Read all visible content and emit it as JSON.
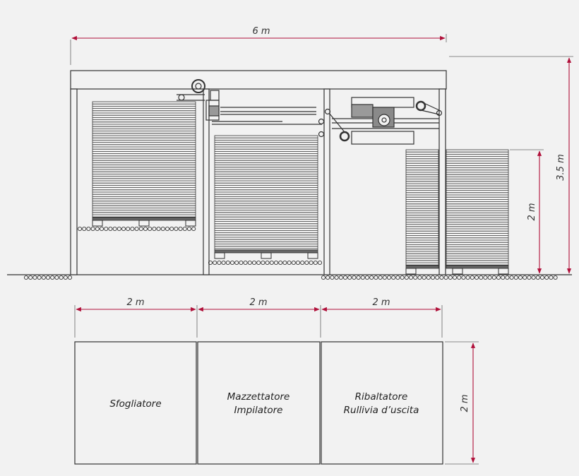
{
  "dimensions": {
    "total_width": "6 m",
    "height_total": "3.5 m",
    "height_stack": "2 m",
    "section_1": "2 m",
    "section_2": "2 m",
    "section_3": "2 m",
    "plan_depth": "2 m"
  },
  "modules": [
    {
      "lines": [
        "Sfogliatore"
      ]
    },
    {
      "lines": [
        "Mazzettatore",
        "Impilatore"
      ]
    },
    {
      "lines": [
        "Ribaltatore",
        "Rullivia d’uscita"
      ]
    }
  ],
  "colors": {
    "dimension": "#b0103a",
    "line": "#333333",
    "background": "#f2f2f2"
  }
}
